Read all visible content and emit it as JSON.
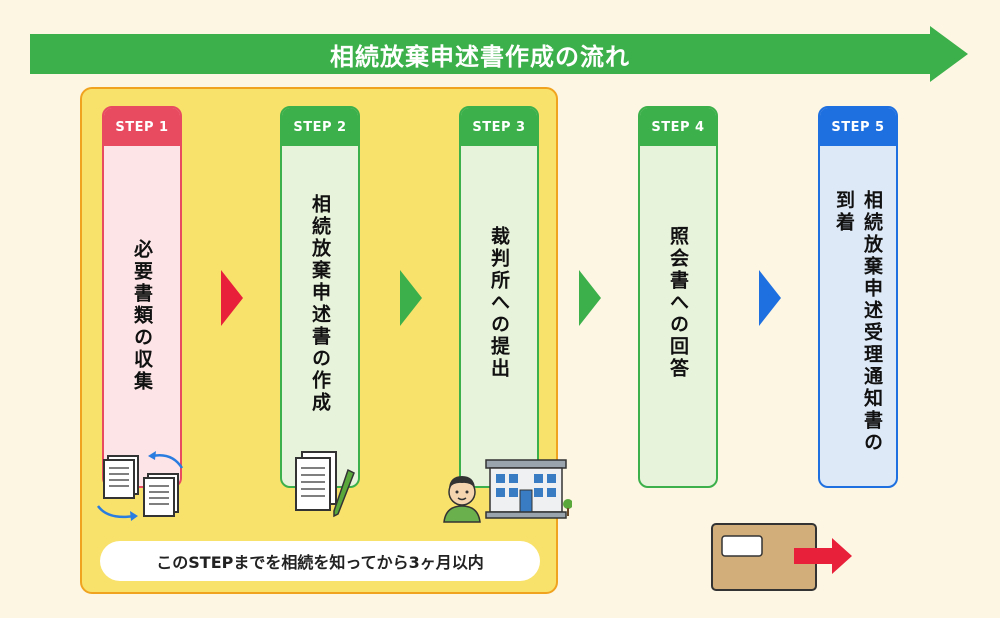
{
  "title": "相続放棄申述書作成の流れ",
  "note": "このSTEPまでを相続を知ってから3ヶ月以内",
  "steps": [
    {
      "label": "STEP 1",
      "text": "必要書類の収集"
    },
    {
      "label": "STEP 2",
      "text": "相続放棄申述書の作成"
    },
    {
      "label": "STEP 3",
      "text": "裁判所への提出"
    },
    {
      "label": "STEP 4",
      "text": "照会書への回答"
    },
    {
      "label": "STEP 5",
      "text": "相続放棄申述受理通知書の\n到着"
    }
  ],
  "icons": {
    "step1": "documents-exchange-icon",
    "step2": "document-pen-icon",
    "step3": "courthouse-person-icon",
    "step5": "envelope-arrow-icon"
  },
  "colors": {
    "banner": "#3cb04a",
    "step1": "#e84a5f",
    "step2_4": "#3cb04a",
    "step5": "#1e6fe0",
    "zone": "#f8e26c",
    "zone_border": "#f0a31f"
  }
}
